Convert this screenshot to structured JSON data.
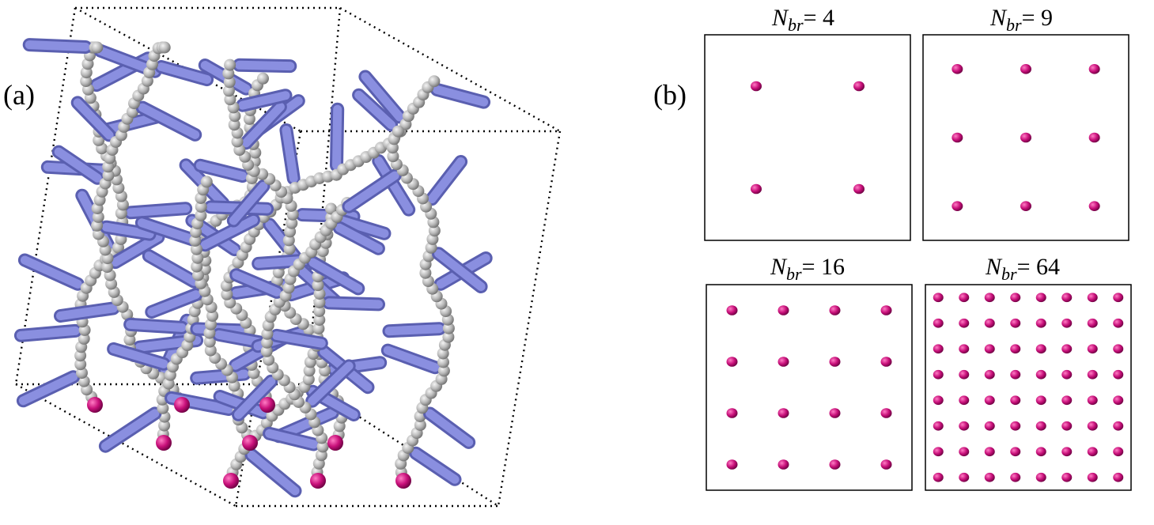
{
  "panel_a": {
    "label": "(a)"
  },
  "panel_b": {
    "label": "(b)",
    "grids": [
      {
        "symbol": "N",
        "subscript": "br",
        "equals": "= 4",
        "count": 4,
        "per_side": 2
      },
      {
        "symbol": "N",
        "subscript": "br",
        "equals": "= 9",
        "count": 9,
        "per_side": 3
      },
      {
        "symbol": "N",
        "subscript": "br",
        "equals": "= 16",
        "count": 16,
        "per_side": 4
      },
      {
        "symbol": "N",
        "subscript": "br",
        "equals": "= 64",
        "count": 64,
        "per_side": 8
      }
    ]
  },
  "colors": {
    "mesogen": "#7f84d8",
    "spacer_bead": "#b8b8b8",
    "anchor_bead": "#c8107a",
    "box_edge": "#000000"
  }
}
